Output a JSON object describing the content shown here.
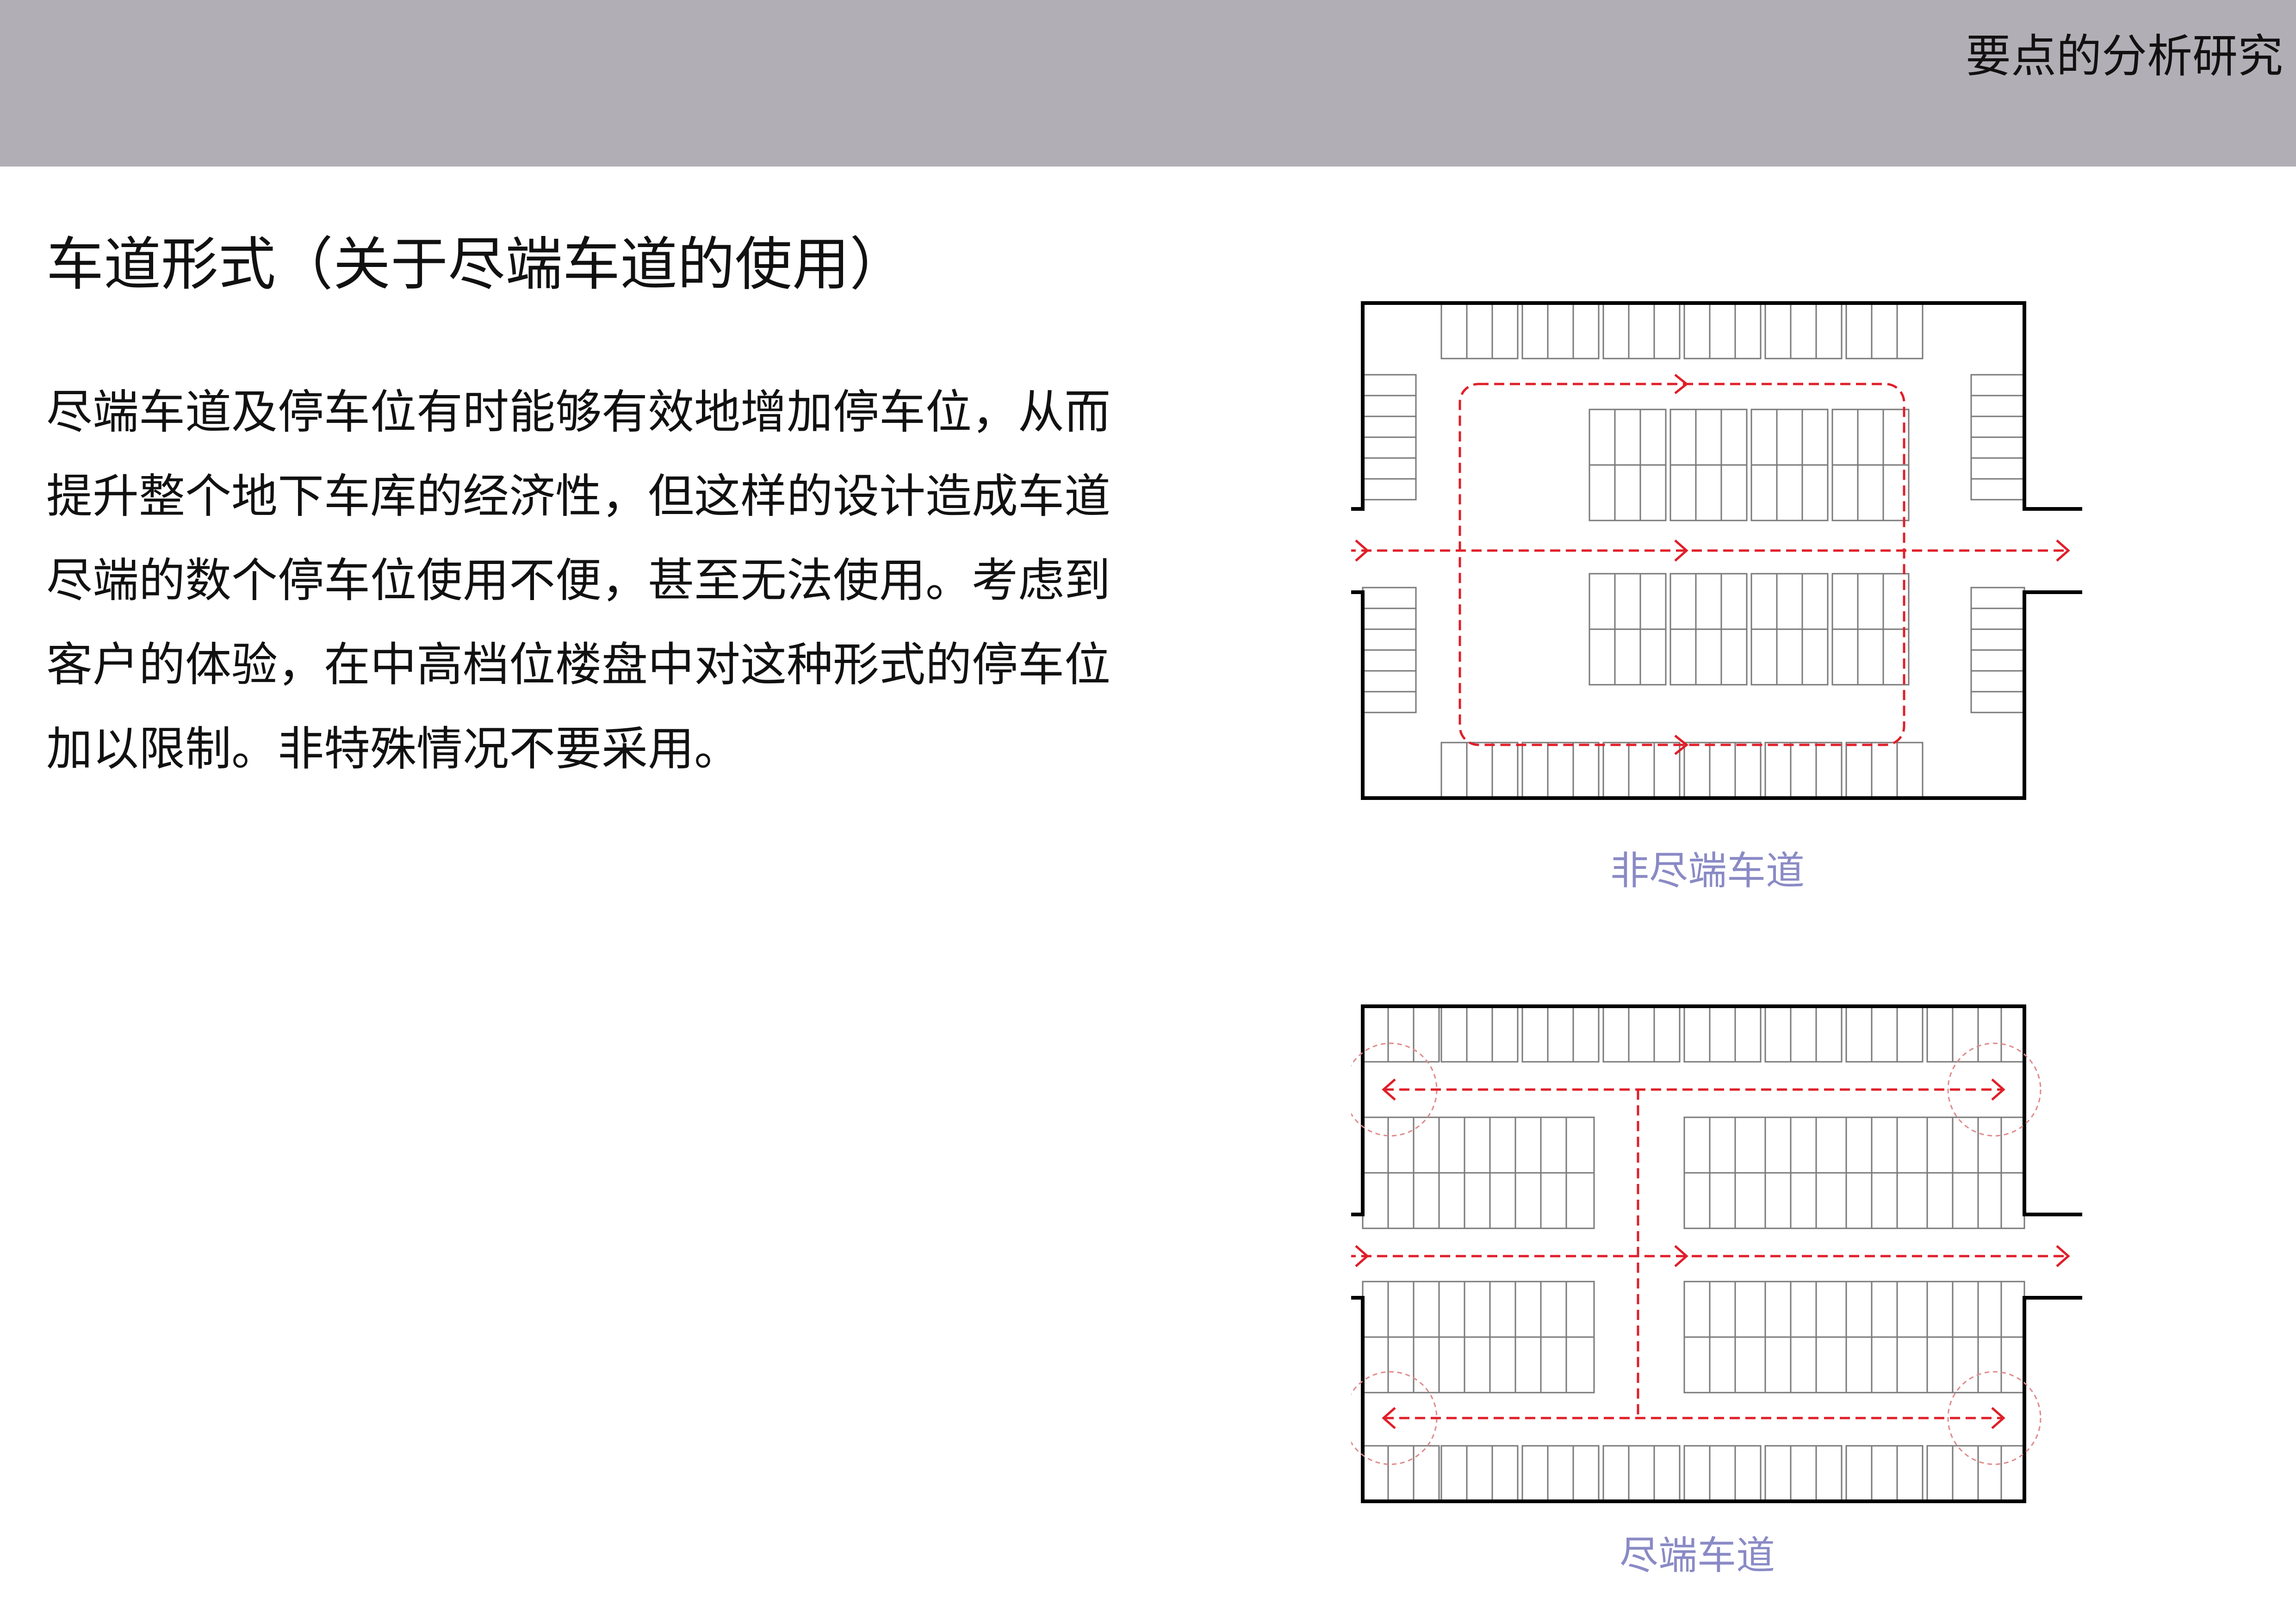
{
  "header": {
    "title": "要点的分析研究"
  },
  "section": {
    "title": "车道形式（关于尽端车道的使用）"
  },
  "body": {
    "lines": [
      "尽端车道及停车位有时能够有效地增加停车位，从而",
      "提升整个地下车库的经济性，但这样的设计造成车道",
      "尽端的数个停车位使用不便，甚至无法使用。考虑到",
      "客户的体验，在中高档位楼盘中对这种形式的停车位",
      "加以限制。非特殊情况不要采用。"
    ]
  },
  "diagrams": {
    "non_dead_end": {
      "caption": "非尽端车道"
    },
    "dead_end": {
      "caption": "尽端车道"
    }
  },
  "colors": {
    "header_bg": "#b1aeb5",
    "route_red": "#e01e28",
    "caption_blue": "#8a8ac6",
    "stall_line": "#7a7a7a",
    "wall": "#000000"
  }
}
